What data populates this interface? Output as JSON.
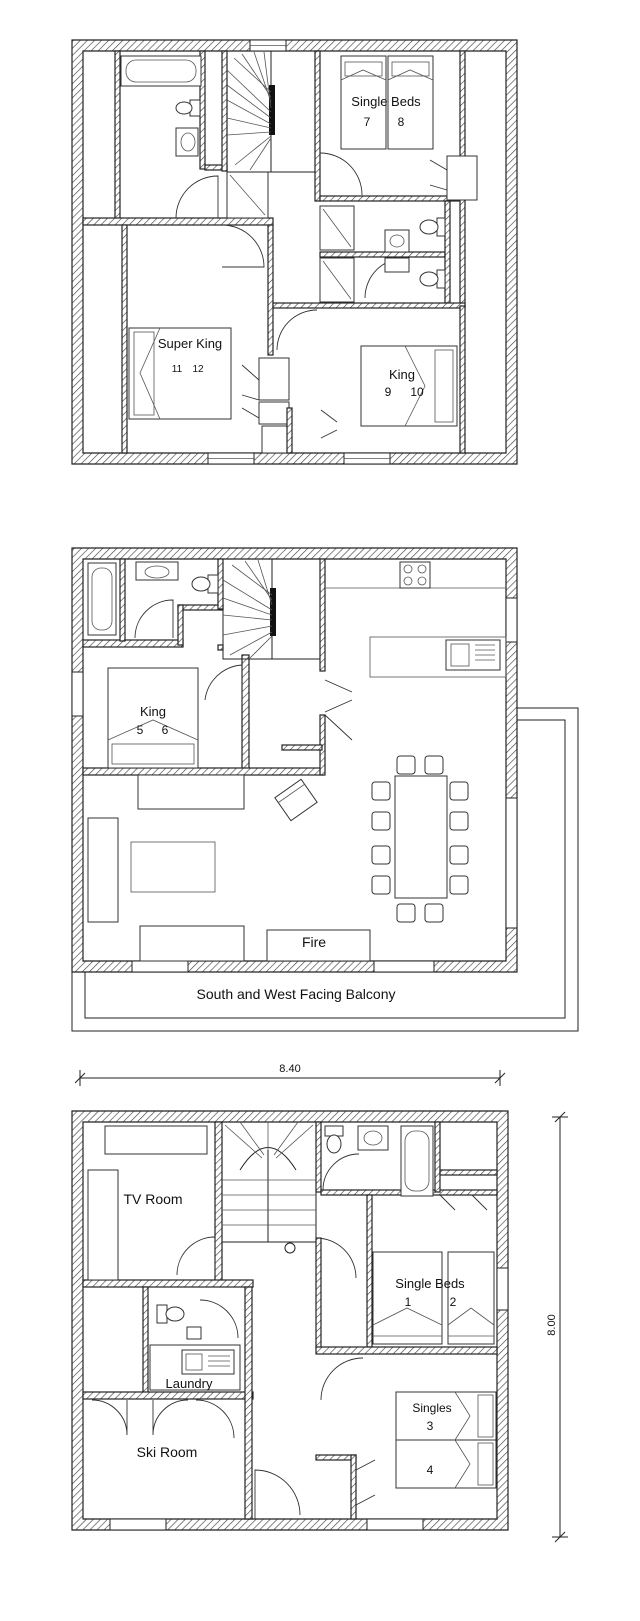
{
  "plans": {
    "top": {
      "rooms": {
        "single_beds_label": "Single Beds",
        "beds_7": "7",
        "beds_8": "8",
        "super_king_label": "Super King",
        "beds_11": "11",
        "beds_12": "12",
        "king_label": "King",
        "beds_9": "9",
        "beds_10": "10"
      }
    },
    "middle": {
      "rooms": {
        "king_label": "King",
        "beds_5": "5",
        "beds_6": "6",
        "fire_label": "Fire",
        "balcony_label": "South and West Facing Balcony"
      }
    },
    "bottom": {
      "rooms": {
        "tv_room_label": "TV Room",
        "single_beds_label": "Single Beds",
        "beds_1": "1",
        "beds_2": "2",
        "laundry_label": "Laundry",
        "singles_label": "Singles",
        "beds_3": "3",
        "beds_4": "4",
        "ski_room_label": "Ski Room"
      },
      "dimensions": {
        "width": "8.40",
        "height": "8.00"
      }
    }
  },
  "colors": {
    "wall_stroke": "#222222",
    "hatch": "#444444",
    "background": "#ffffff"
  }
}
